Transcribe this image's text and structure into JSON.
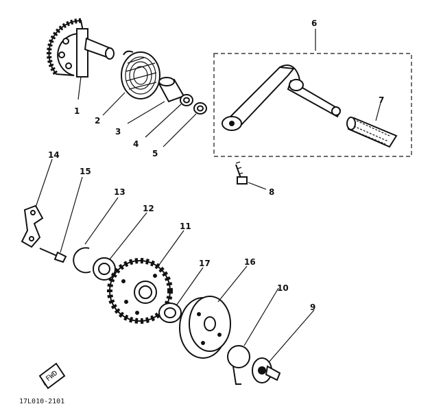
{
  "diagram": {
    "drawing_code": "17L010-2101",
    "fwd_label": "FWD",
    "callouts": [
      {
        "id": "1",
        "text": "1"
      },
      {
        "id": "2",
        "text": "2"
      },
      {
        "id": "3",
        "text": "3"
      },
      {
        "id": "4",
        "text": "4"
      },
      {
        "id": "5",
        "text": "5"
      },
      {
        "id": "6",
        "text": "6"
      },
      {
        "id": "7",
        "text": "7"
      },
      {
        "id": "8",
        "text": "8"
      },
      {
        "id": "9",
        "text": "9"
      },
      {
        "id": "10",
        "text": "10"
      },
      {
        "id": "11",
        "text": "11"
      },
      {
        "id": "12",
        "text": "12"
      },
      {
        "id": "13",
        "text": "13"
      },
      {
        "id": "14",
        "text": "14"
      },
      {
        "id": "15",
        "text": "15"
      },
      {
        "id": "16",
        "text": "16"
      },
      {
        "id": "17",
        "text": "17"
      }
    ],
    "colors": {
      "ink": "#111111",
      "background": "#ffffff"
    }
  }
}
